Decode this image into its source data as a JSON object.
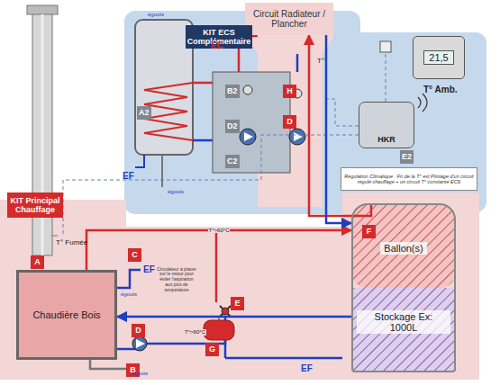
{
  "diagram": {
    "nodes": [
      {
        "text": [
          "Circuit Radiateur / Plancher"
        ]
      },
      {
        "text": [
          "KIT ECS Complémentaire"
        ]
      },
      {
        "text": [
          "21,5"
        ]
      },
      {
        "text": [
          "HKR"
        ]
      },
      {
        "text": [
          "Régulation Climatique : Fn de la T° ext Pilotage d'un circuit régulé chauffage + un circuit T° constante ECS"
        ]
      },
      {
        "text": [
          "KIT Principal Chauffage"
        ]
      },
      {
        "text": [
          "Chaudière Bois"
        ]
      },
      {
        "text": [
          "Circulateur à placer sur le retour pour éviter l'aspiration aux pics de température"
        ]
      },
      {
        "text": [
          "Ballon(s)",
          "Stockage Ex: 1000L"
        ]
      }
    ],
    "edges": [
      {
        "from": 6,
        "to": 8,
        "arrow": "to",
        "label": "T°>60°C"
      },
      {
        "from": 8,
        "to": 6,
        "arrow": "to"
      },
      {
        "from": 8,
        "to": 0,
        "arrow": "to"
      },
      {
        "from": 0,
        "to": 8,
        "arrow": "to"
      }
    ],
    "labels": [
      "A2",
      "B2",
      "D2",
      "C2",
      "H",
      "D",
      "E2",
      "EC",
      "EF",
      "égouts",
      "égouts",
      "T°",
      "T° Amb.",
      "T° Fumée",
      "A",
      "B",
      "C",
      "D",
      "E",
      "F",
      "G",
      "EF",
      "égouts",
      "égouts",
      "T°>60°C",
      "EF"
    ]
  }
}
